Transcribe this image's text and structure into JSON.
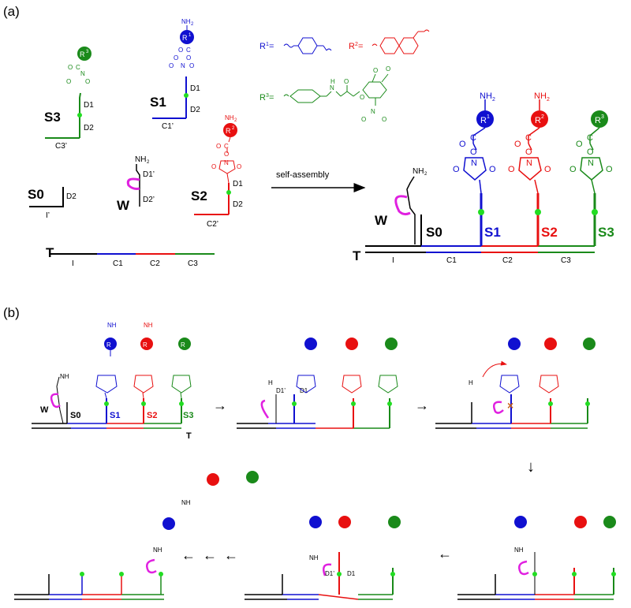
{
  "panels": {
    "a": "(a)",
    "b": "(b)"
  },
  "colors": {
    "black": "#000000",
    "blue": "#1010d0",
    "red": "#e81010",
    "green": "#1a8a1a",
    "magenta": "#e020e0",
    "dot": "#22dd22",
    "orange": "#c8641e"
  },
  "labels": {
    "S0": "S0",
    "S1": "S1",
    "S2": "S2",
    "S3": "S3",
    "W": "W",
    "T": "T",
    "D1": "D1",
    "D2": "D2",
    "D1p": "D1’",
    "D2p": "D2’",
    "I": "I",
    "Ip": "I’",
    "C1": "C1",
    "C2": "C2",
    "C3": "C3",
    "C1p": "C1’",
    "C2p": "C2’",
    "C3p": "C3’",
    "NH2": "NH",
    "sub2": "2",
    "H2N": "H",
    "H2Nb": "2",
    "H2Nc": "N",
    "NH": "NH",
    "R1": "R",
    "R2": "R",
    "R3": "R",
    "sup1": "1",
    "sup2": "2",
    "sup3": "3",
    "O": "O",
    "C": "C",
    "N": "N",
    "self_assembly": "self-assembly",
    "R1_eq": "R",
    "R2_eq": "R",
    "R3_eq": "R",
    "eq": " =",
    "Ominus": "O",
    "Nplus": "N",
    "minus": "-",
    "plus": "+",
    "H": "H"
  },
  "arrows": {
    "right1": "→",
    "right2": "→",
    "down": "↓",
    "left1": "←",
    "left2": "←",
    "left3": "←",
    "left4": "←"
  }
}
